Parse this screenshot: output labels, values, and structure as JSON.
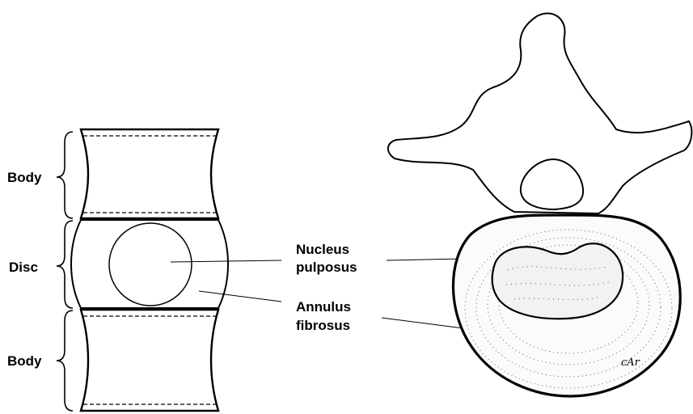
{
  "labels": {
    "body_top": "Body",
    "disc": "Disc",
    "body_bottom": "Body",
    "nucleus_line1": "Nucleus",
    "nucleus_line2": "pulposus",
    "annulus_line1": "Annulus",
    "annulus_line2": "fibrosus"
  },
  "signature": "cAr",
  "colors": {
    "ink": "#000000",
    "background": "#ffffff"
  }
}
